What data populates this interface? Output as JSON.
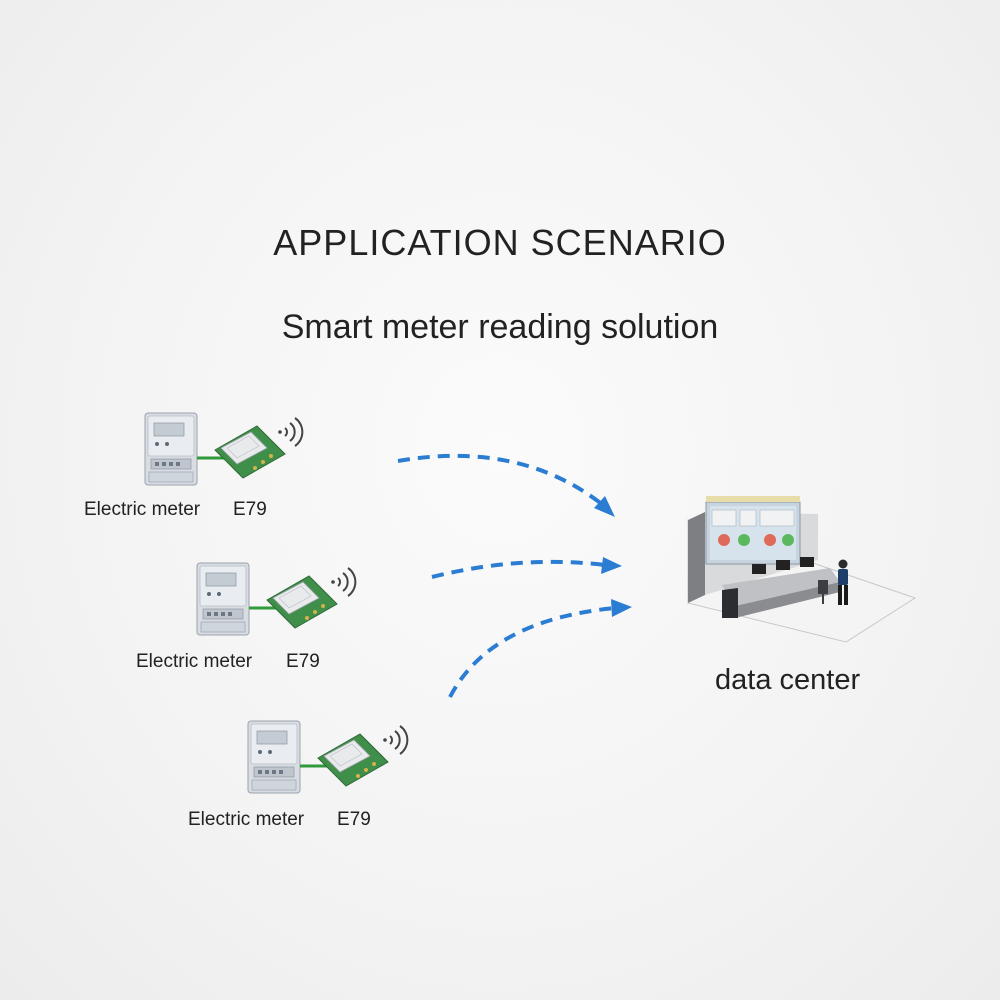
{
  "title": "APPLICATION SCENARIO",
  "subtitle": "Smart meter reading solution",
  "colors": {
    "arrow": "#2b7cd3",
    "wire": "#2e9a3a",
    "module_board": "#3f8f4a"
  },
  "nodes": [
    {
      "meter_label": "Electric meter",
      "module_label": "E79"
    },
    {
      "meter_label": "Electric meter",
      "module_label": "E79"
    },
    {
      "meter_label": "Electric meter",
      "module_label": "E79"
    }
  ],
  "destination": {
    "label": "data center"
  },
  "icons": [
    "electric-meter-icon",
    "e79-module-icon",
    "wireless-signal-icon",
    "data-center-icon",
    "dashed-arrow"
  ]
}
